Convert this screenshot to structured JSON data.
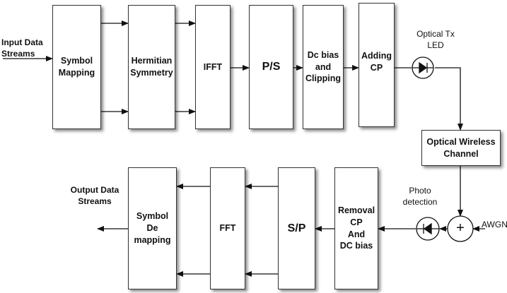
{
  "tx": {
    "input_label": "Input Data\nStreams",
    "symbol_mapping": "Symbol\nMapping",
    "hermitian": "Hermitian\nSymmetry",
    "ifft": "IFFT",
    "ps": "P/S",
    "dc_clip": "Dc bias\nand\nClipping",
    "add_cp": "Adding\nCP",
    "optical_tx": "Optical Tx\nLED"
  },
  "channel": {
    "optical_wireless": "Optical Wireless\nChannel",
    "awgn": "AWGN",
    "sum_symbol": "+"
  },
  "rx": {
    "photo_detection": "Photo\ndetection",
    "removal": "Removal\nCP\nAnd\nDC bias",
    "sp": "S/P",
    "fft": "FFT",
    "symbol_demapping": "Symbol\nDe\nmapping",
    "output_label": "Output Data\nStreams"
  }
}
